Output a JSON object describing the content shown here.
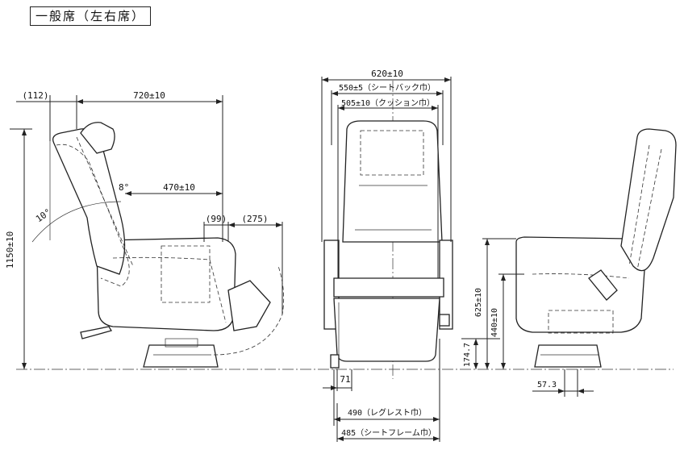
{
  "title": "一般席（左右席）",
  "dimensions": {
    "left_view": {
      "d112": "(112)",
      "d720": "720±10",
      "d1150": "1150±10",
      "d470": "470±10",
      "d99": "(99)",
      "d275": "(275)",
      "angle8": "8°",
      "angle10": "10°"
    },
    "front_view": {
      "d620": "620±10",
      "d550": "550±5（シートバック巾）",
      "d505": "505±10（クッション巾）",
      "d71": "71",
      "d490": "490（レグレスト巾）",
      "d485": "485（シートフレーム巾）"
    },
    "right_view": {
      "d625": "625±10",
      "d440": "440±10",
      "d1747": "174.7",
      "d573": "57.3"
    }
  }
}
